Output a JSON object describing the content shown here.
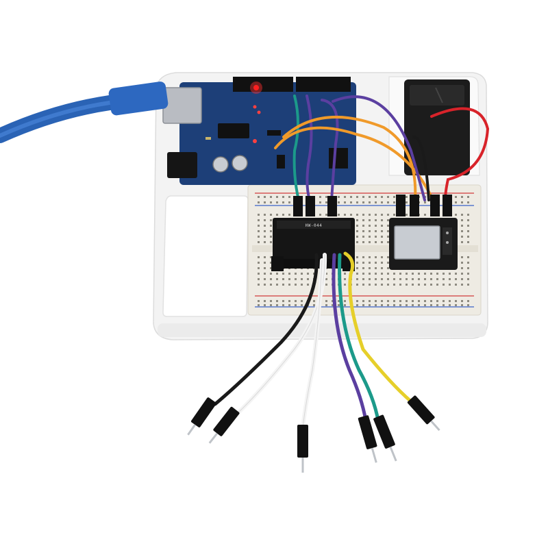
{
  "scene": {
    "subject": "",
    "colors": {
      "background": "#ffffff",
      "tray": "#f2f2f2",
      "breadboard": "#efece4",
      "arduino_pcb": "#1d3f78",
      "usb_cable": "#2a63b5",
      "wire_black": "#1a1a1a",
      "wire_white": "#f4f4f4",
      "wire_purple": "#5b3fa0",
      "wire_teal": "#1c9a8a",
      "wire_yellow": "#e6cf2a",
      "wire_orange": "#f09a2a",
      "wire_red": "#d8232a",
      "power_led": "#ff2020"
    },
    "components": [
      {
        "name": "arduino-uno-board",
        "label": ""
      },
      {
        "name": "usb-cable",
        "label": ""
      },
      {
        "name": "breadboard",
        "label": ""
      },
      {
        "name": "ic-chip",
        "label": "HW-044"
      },
      {
        "name": "sd-card-module",
        "label": ""
      },
      {
        "name": "battery-holder",
        "label": ""
      }
    ]
  }
}
